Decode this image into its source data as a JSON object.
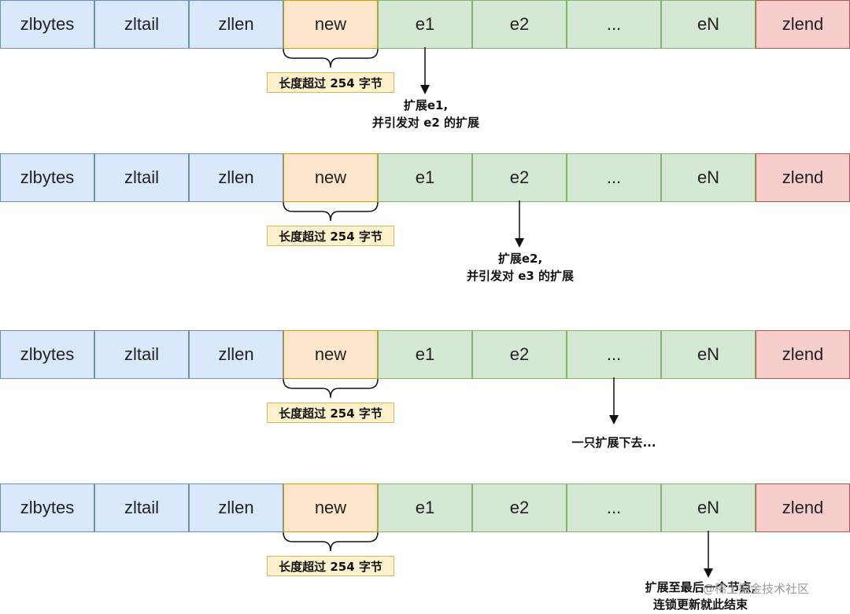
{
  "cells": [
    "zlbytes",
    "zltail",
    "zllen",
    "new",
    "e1",
    "e2",
    "...",
    "eN",
    "zlend"
  ],
  "size_label": "长度超过 254 字节",
  "steps": [
    {
      "note_line1": "扩展e1,",
      "note_line2": "并引发对 e2 的扩展"
    },
    {
      "note_line1": "扩展e2,",
      "note_line2": "并引发对 e3 的扩展"
    },
    {
      "note_line1": "一只扩展下去...",
      "note_line2": ""
    },
    {
      "note_line1": "扩展至最后一个节点,",
      "note_line2": "连锁更新就此结束"
    }
  ],
  "watermark": "@稀土掘金技术社区",
  "colors": {
    "header_fill": "#dae8fc",
    "new_fill": "#ffe6cc",
    "entry_fill": "#d5e8d4",
    "end_fill": "#f8cecc",
    "label_fill": "#fff2cc"
  }
}
